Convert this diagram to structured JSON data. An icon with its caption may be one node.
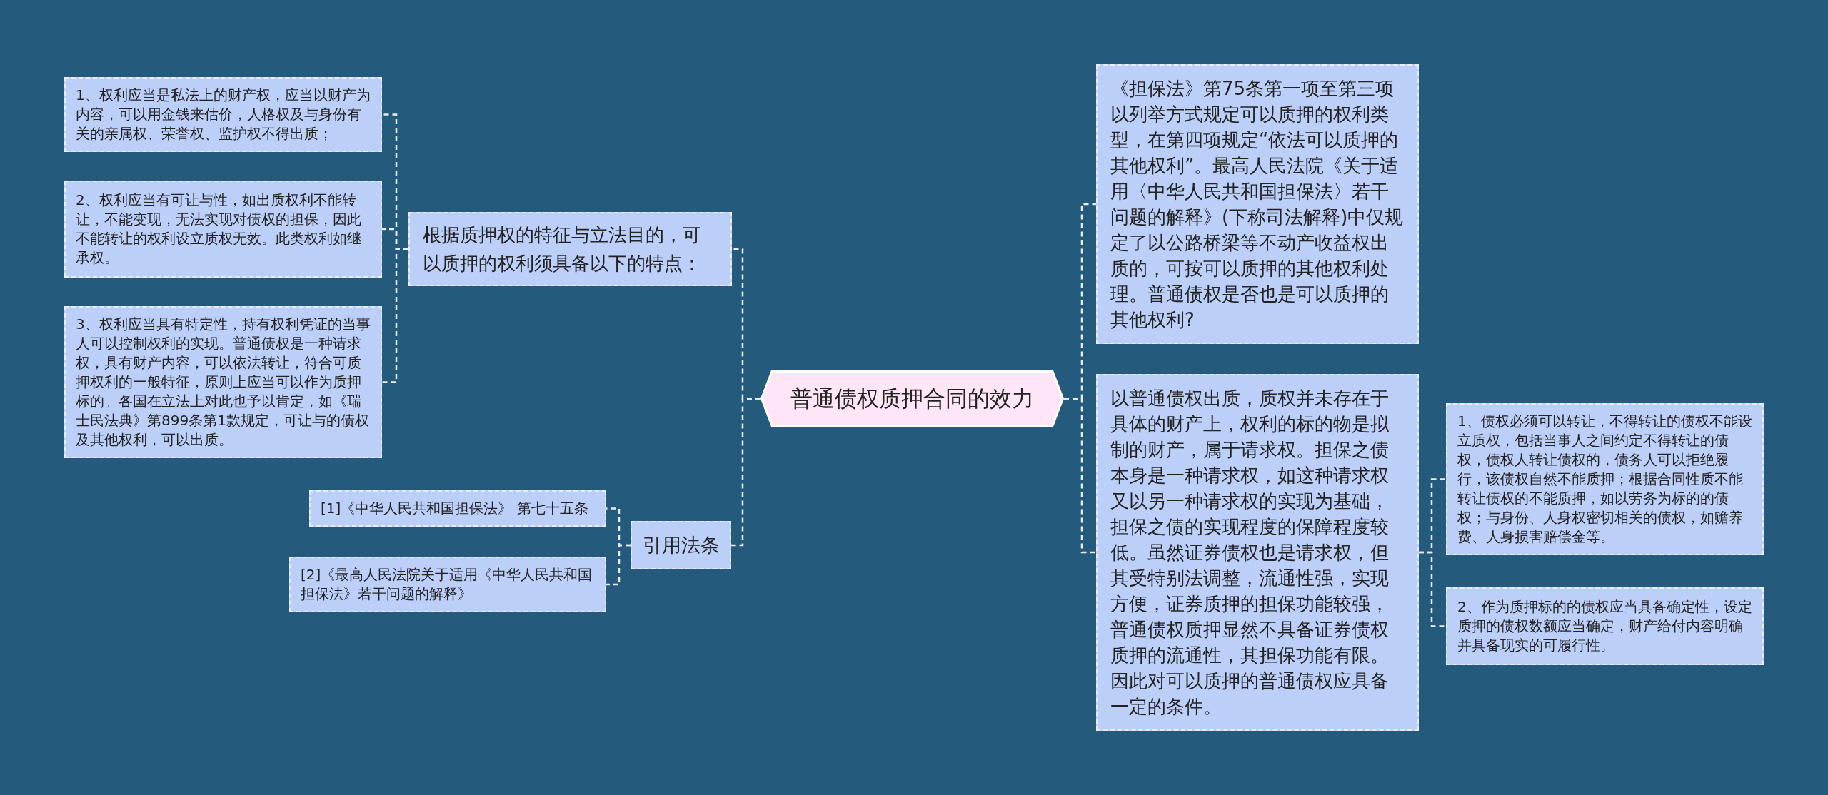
{
  "diagram": {
    "nodes": [
      {
        "text": [
          "普通债权质押合同的效力"
        ]
      },
      {
        "text": [
          "根据质押权的特征与立法目的，可以质押的权利须具备以下的特点："
        ]
      },
      {
        "text": [
          "1、权利应当是私法上的财产权，应当以财产为内容，可以用金钱来估价，人格权及与身份有关的亲属权、荣誉权、监护权不得出质；"
        ]
      },
      {
        "text": [
          "2、权利应当有可让与性，如出质权利不能转让，不能变现，无法实现对债权的担保，因此不能转让的权利设立质权无效。此类权利如继承权。"
        ]
      },
      {
        "text": [
          "3、权利应当具有特定性，持有权利凭证的当事人可以控制权利的实现。普通债权是一种请求权，具有财产内容，可以依法转让，符合可质押权利的一般特征，原则上应当可以作为质押标的。各国在立法上对此也予以肯定，如《瑞士民法典》第899条第1款规定，可让与的债权及其他权利，可以出质。"
        ]
      },
      {
        "text": [
          "引用法条"
        ]
      },
      {
        "text": [
          "[1]《中华人民共和国担保法》 第七十五条"
        ]
      },
      {
        "text": [
          "[2]《最高人民法院关于适用《中华人民共和国担保法》若干问题的解释》"
        ]
      },
      {
        "text": [
          "《担保法》第75条第一项至第三项以列举方式规定可以质押的权利类型，在第四项规定“依法可以质押的其他权利”。最高人民法院《关于适用〈中华人民共和国担保法〉若干问题的解释》(下称司法解释)中仅规定了以公路桥梁等不动产收益权出质的，可按可以质押的其他权利处理。普通债权是否也是可以质押的其他权利?"
        ]
      },
      {
        "text": [
          "以普通债权出质，质权并未存在于具体的财产上，权利的标的物是拟制的财产，属于请求权。担保之债本身是一种请求权，如这种请求权又以另一种请求权的实现为基础，担保之债的实现程度的保障程度较低。虽然证券债权也是请求权，但其受特别法调整，流通性强，实现方便，证券质押的担保功能较强，普通债权质押显然不具备证券债权质押的流通性，其担保功能有限。因此对可以质押的普通债权应具备一定的条件。"
        ]
      },
      {
        "text": [
          "1、债权必须可以转让，不得转让的债权不能设立质权，包括当事人之间约定不得转让的债权，债权人转让债权的，债务人可以拒绝履行，该债权自然不能质押；根据合同性质不能转让债权的不能质押，如以劳务为标的的债权；与身份、人身权密切相关的债权，如赡养费、人身损害赔偿金等。"
        ]
      },
      {
        "text": [
          "2、作为质押标的的债权应当具备确定性，设定质押的债权数额应当确定，财产给付内容明确并具备现实的可履行性。"
        ]
      }
    ],
    "edges": [
      {
        "from": 0,
        "to": 1,
        "arrow": "none"
      },
      {
        "from": 0,
        "to": 5,
        "arrow": "none"
      },
      {
        "from": 0,
        "to": 8,
        "arrow": "none"
      },
      {
        "from": 0,
        "to": 9,
        "arrow": "none"
      },
      {
        "from": 1,
        "to": 2,
        "arrow": "none"
      },
      {
        "from": 1,
        "to": 3,
        "arrow": "none"
      },
      {
        "from": 1,
        "to": 4,
        "arrow": "none"
      },
      {
        "from": 5,
        "to": 6,
        "arrow": "none"
      },
      {
        "from": 5,
        "to": 7,
        "arrow": "none"
      },
      {
        "from": 9,
        "to": 10,
        "arrow": "none"
      },
      {
        "from": 9,
        "to": 11,
        "arrow": "none"
      }
    ]
  }
}
